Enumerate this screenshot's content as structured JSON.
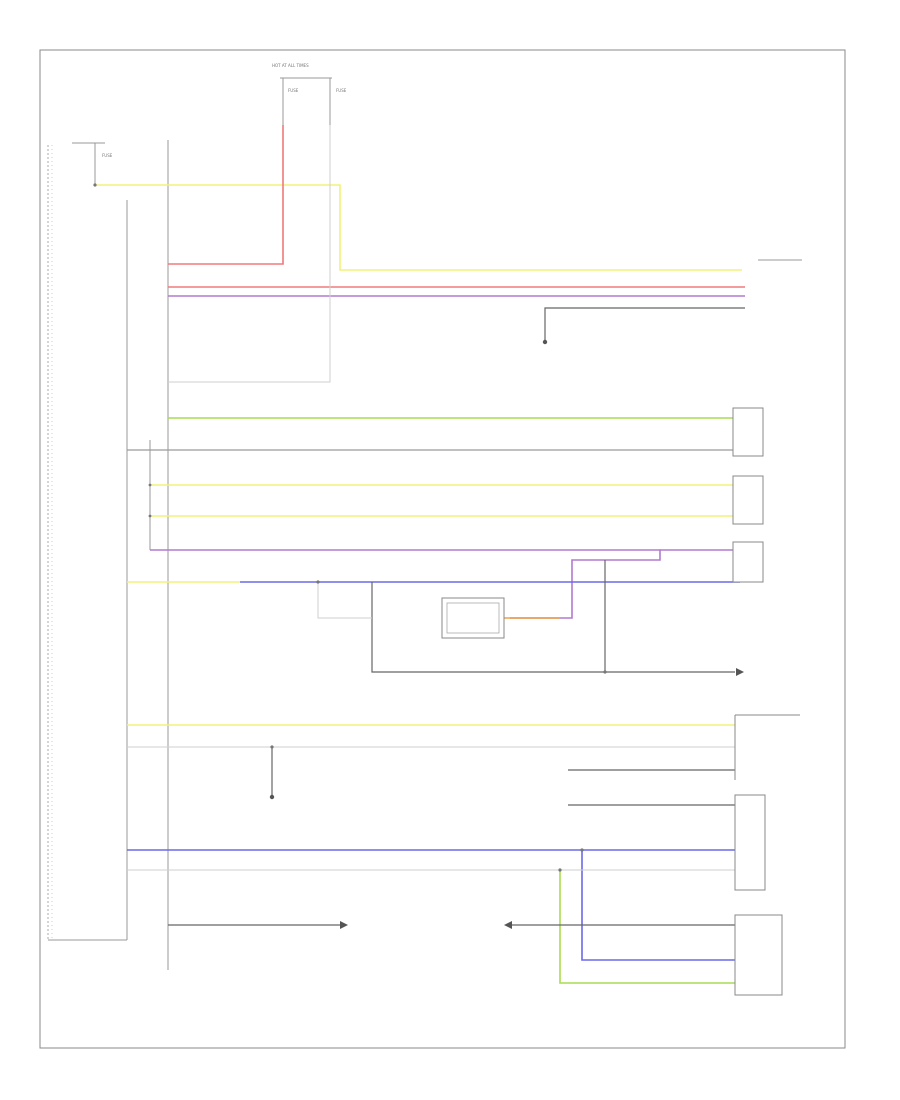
{
  "diagram": {
    "footer": "",
    "colors": {
      "yellow": "#f2f27a",
      "red": "#f07a7a",
      "purple": "#b27ad0",
      "blue": "#6a6ae8",
      "green": "#a8dc50",
      "orange": "#f0a040",
      "gray": "#9a9a9a",
      "dark": "#666666"
    },
    "fuse_top": {
      "title": "HOT AT ALL TIMES",
      "note_lines": [
        "",
        "",
        "",
        ""
      ],
      "fuse1_lines": [
        "FUSE",
        ""
      ],
      "fuse2_lines": [
        "FUSE",
        ""
      ]
    },
    "fuse_left": {
      "title_lines": [
        "",
        ""
      ],
      "fuse_lines": [
        "FUSE",
        ""
      ]
    },
    "module_labels": [
      "",
      "",
      "",
      "",
      "",
      "",
      "",
      "",
      "",
      "",
      "",
      "",
      "",
      "",
      ""
    ],
    "module_bottom_lines": [
      "",
      "",
      "",
      ""
    ],
    "right_labels": [
      "",
      "",
      "",
      "",
      "",
      "",
      "",
      "",
      ""
    ],
    "ground_labels": [
      "",
      "",
      "",
      "",
      ""
    ],
    "wire_labels": [
      "",
      "",
      "",
      "",
      "",
      "",
      "",
      "",
      "",
      "",
      "",
      "",
      "",
      "",
      "",
      ""
    ]
  }
}
